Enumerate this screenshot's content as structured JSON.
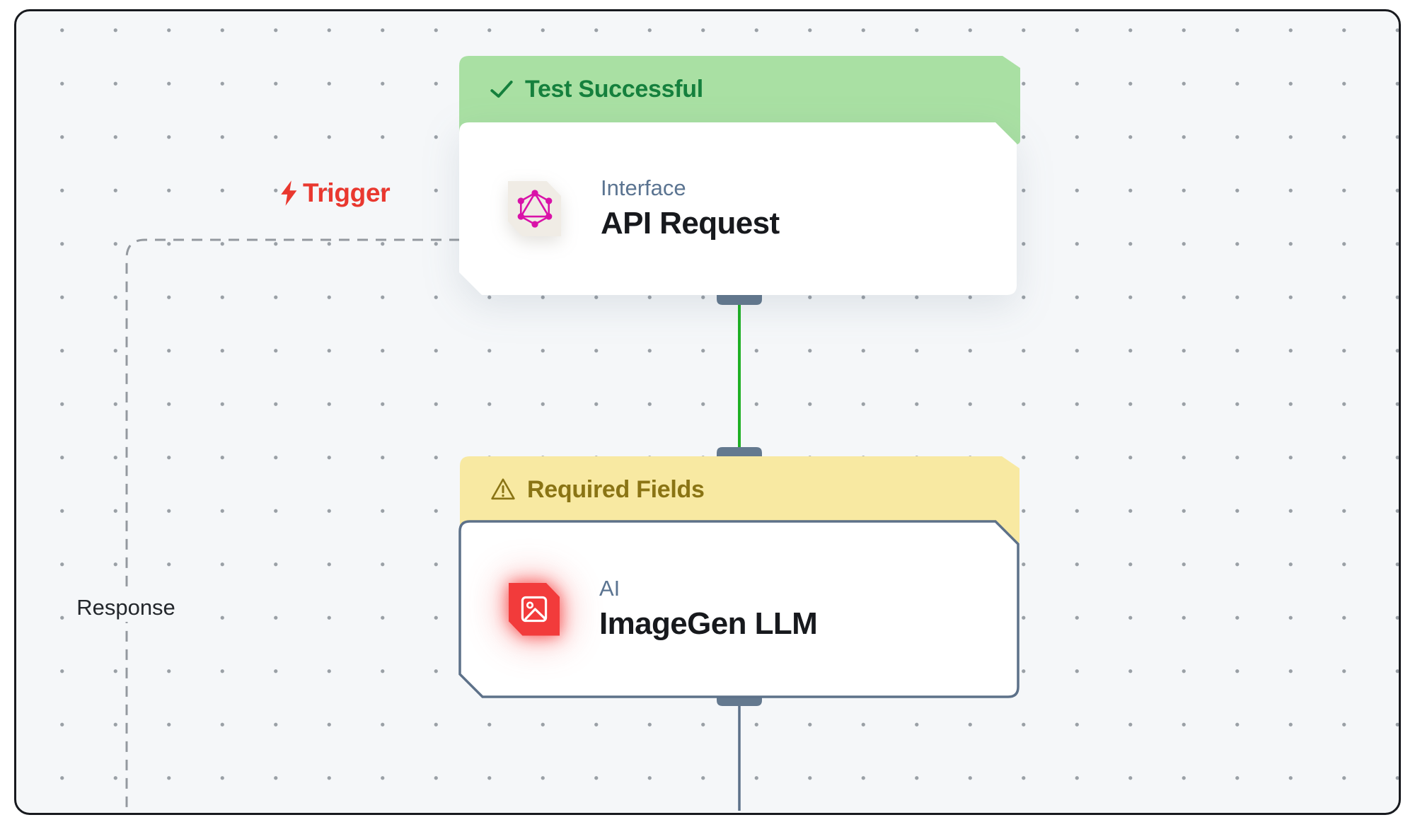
{
  "canvas": {
    "background": "#f5f7f9",
    "dot_color": "#9aa0a6",
    "border_color": "#181a1f"
  },
  "edge_labels": {
    "trigger": "Trigger",
    "response": "Response"
  },
  "edges": {
    "success_edge_color": "#1fb025",
    "pending_edge_color": "#5d7189",
    "dashed_edge_color": "#94999f",
    "port_color": "#64798f"
  },
  "nodes": {
    "api_request": {
      "status": "Test Successful",
      "status_icon": "check-icon",
      "banner_bg": "#a9e0a3",
      "status_color": "#15803d",
      "category": "Interface",
      "title": "API Request",
      "icon": "graphql-icon",
      "icon_color": "#d912a8",
      "icon_tile_bg": "#f0ece5"
    },
    "imagegen_llm": {
      "status": "Required Fields",
      "status_icon": "warning-icon",
      "banner_bg": "#f8e9a2",
      "status_color": "#8a7414",
      "category": "AI",
      "title": "ImageGen LLM",
      "icon": "image-icon",
      "icon_tile_bg": "#f23b3b",
      "border_color": "#5d7189"
    }
  },
  "trigger_color": "#e9382f"
}
